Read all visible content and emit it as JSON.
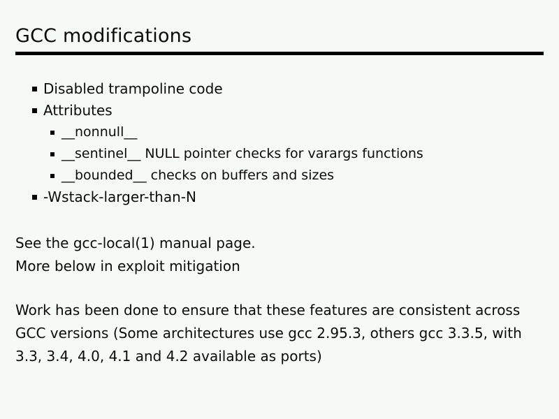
{
  "slide": {
    "title": "GCC modifications",
    "bullets": [
      {
        "level": 1,
        "text": "Disabled trampoline code"
      },
      {
        "level": 1,
        "text": "Attributes"
      },
      {
        "level": 2,
        "text": "__nonnull__"
      },
      {
        "level": 2,
        "text": "__sentinel__ NULL pointer checks for varargs functions"
      },
      {
        "level": 2,
        "text": "__bounded__ checks on buffers and sizes"
      },
      {
        "level": 1,
        "text": "-Wstack-larger-than-N"
      }
    ],
    "paragraph_one": [
      "See the gcc-local(1) manual page.",
      "More below in exploit mitigation"
    ],
    "paragraph_two": [
      "Work has been done to ensure that these features are consistent across",
      "GCC versions (Some architectures use gcc 2.95.3, others gcc 3.3.5, with",
      "3.3, 3.4, 4.0, 4.1 and 4.2 available as ports)"
    ],
    "colors": {
      "background": "#f5faf7",
      "text": "#0a0a0a",
      "rule": "#000000"
    }
  }
}
